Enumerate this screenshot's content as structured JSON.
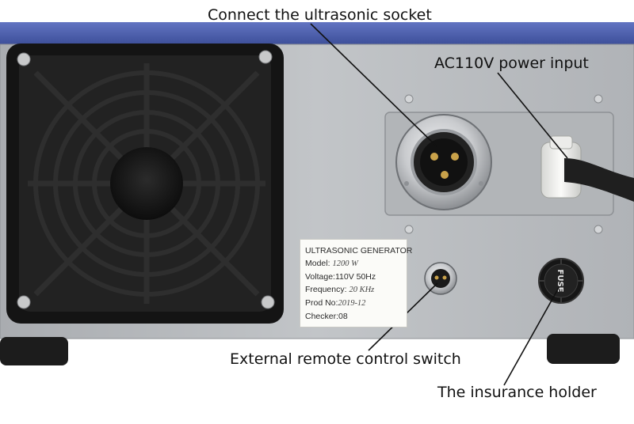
{
  "callouts": {
    "socket": "Connect the ultrasonic socket",
    "power": "AC110V power input",
    "remote": "External remote control switch",
    "fuse": "The insurance holder"
  },
  "nameplate": {
    "title": "ULTRASONIC GENERATOR",
    "model_label": "Model:",
    "model_value": "1200 W",
    "voltage_label": "Voltage:",
    "voltage_value": "110V 50Hz",
    "frequency_label": "Frequency:",
    "frequency_value": "20 KHz",
    "prod_label": "Prod No:",
    "prod_value": "2019-12",
    "checker_label": "Checker:",
    "checker_value": "08"
  },
  "fuse_cap_text": "FUSE",
  "colors": {
    "top_cover": "#4a5fae",
    "panel": "#b9bcc0",
    "fan": "#1a1a1a",
    "chrome": "#d9dadc",
    "feet": "#1c1c1c"
  }
}
